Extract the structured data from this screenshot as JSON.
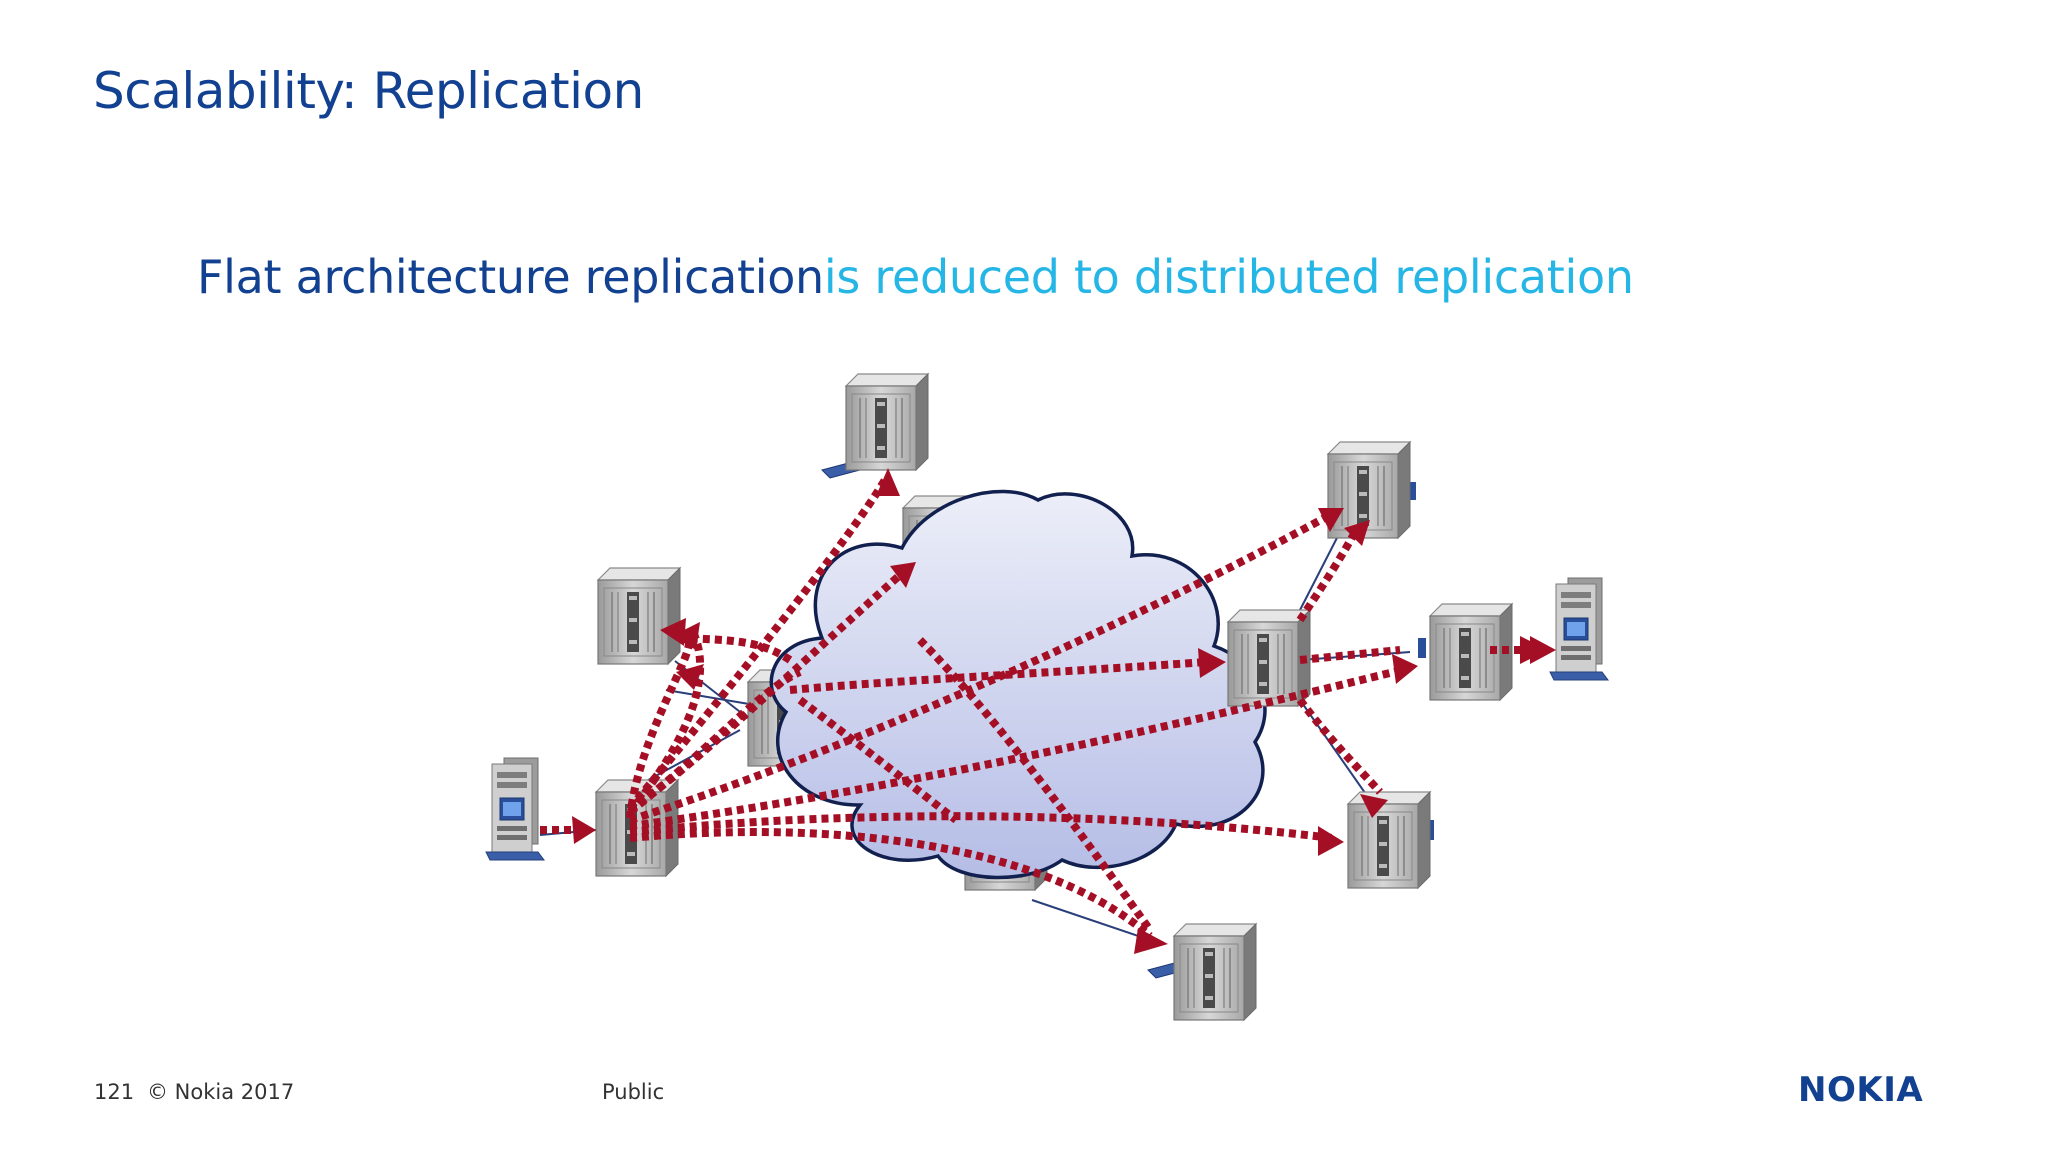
{
  "slide": {
    "title": "Scalability: Replication",
    "subtitle_part1": "Flat architecture replication",
    "subtitle_part2": "is reduced to distributed replication"
  },
  "footer": {
    "slide_number": "121",
    "copyright": "© Nokia 2017",
    "classification": "Public"
  },
  "logo": {
    "text": "NOKIA"
  },
  "colors": {
    "title": "#124191",
    "subtitle_dark": "#124191",
    "subtitle_accent": "#26b6e6",
    "arrow": "#a50f25",
    "cloud_fill_top": "#eceef8",
    "cloud_fill_bottom": "#b5bde6",
    "cloud_stroke": "#12204f",
    "router_body": "#c9c9c9",
    "stand_blue": "#2a4f9a"
  },
  "diagram": {
    "nodes": [
      {
        "name": "router-top"
      },
      {
        "name": "router-top-behind-cloud"
      },
      {
        "name": "router-top-left"
      },
      {
        "name": "router-center-left"
      },
      {
        "name": "router-source"
      },
      {
        "name": "router-bottom-behind-cloud"
      },
      {
        "name": "router-bottom"
      },
      {
        "name": "router-right-hub"
      },
      {
        "name": "router-top-right"
      },
      {
        "name": "router-right"
      },
      {
        "name": "router-bottom-right"
      }
    ],
    "hosts": [
      {
        "name": "source-server"
      },
      {
        "name": "receiver-server"
      }
    ]
  }
}
